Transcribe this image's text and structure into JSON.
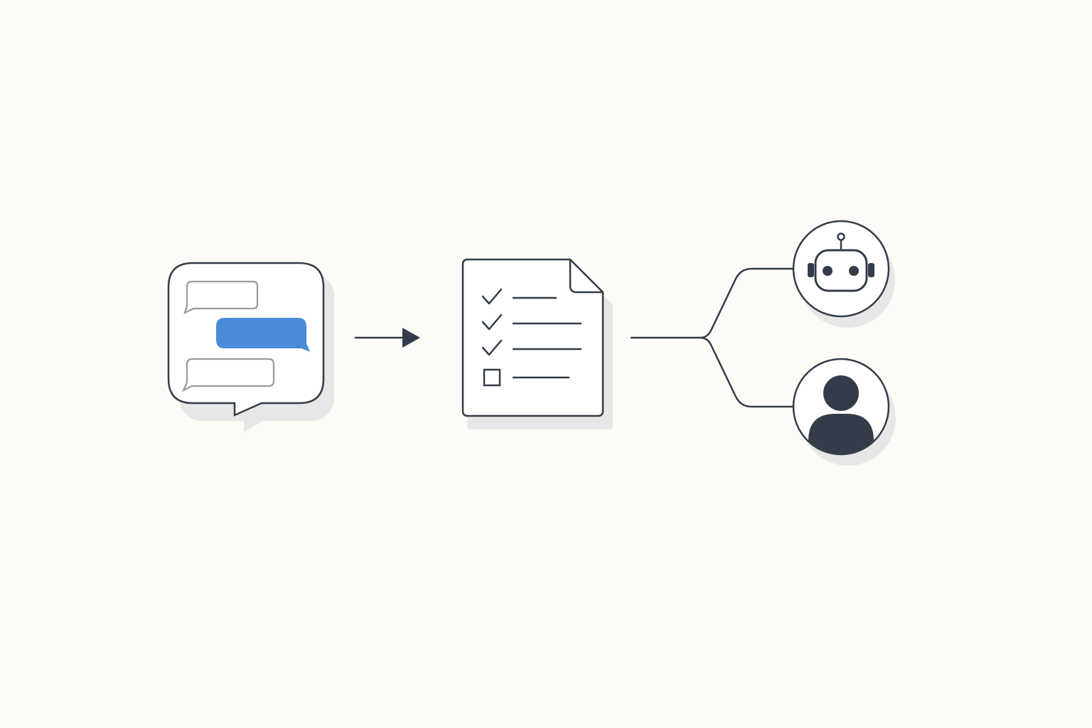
{
  "colors": {
    "background": "#fdfbf5",
    "stroke": "#333c48",
    "muted": "#9a9a9a",
    "accent": "#4a8ad6",
    "shadow": "#e6e7e6",
    "fill_dark": "#333c48",
    "fill_light": "#ffffff"
  },
  "nodes": [
    {
      "id": "chat",
      "icon": "chat-bubbles-icon"
    },
    {
      "id": "checklist",
      "icon": "checklist-document-icon",
      "items": [
        {
          "state": "checked"
        },
        {
          "state": "checked"
        },
        {
          "state": "checked"
        },
        {
          "state": "unchecked"
        }
      ]
    },
    {
      "id": "robot",
      "icon": "robot-icon"
    },
    {
      "id": "person",
      "icon": "person-icon"
    }
  ],
  "edges": [
    {
      "from": "chat",
      "to": "checklist",
      "style": "arrow"
    },
    {
      "from": "checklist",
      "to": "robot",
      "style": "branch"
    },
    {
      "from": "checklist",
      "to": "person",
      "style": "branch"
    }
  ]
}
